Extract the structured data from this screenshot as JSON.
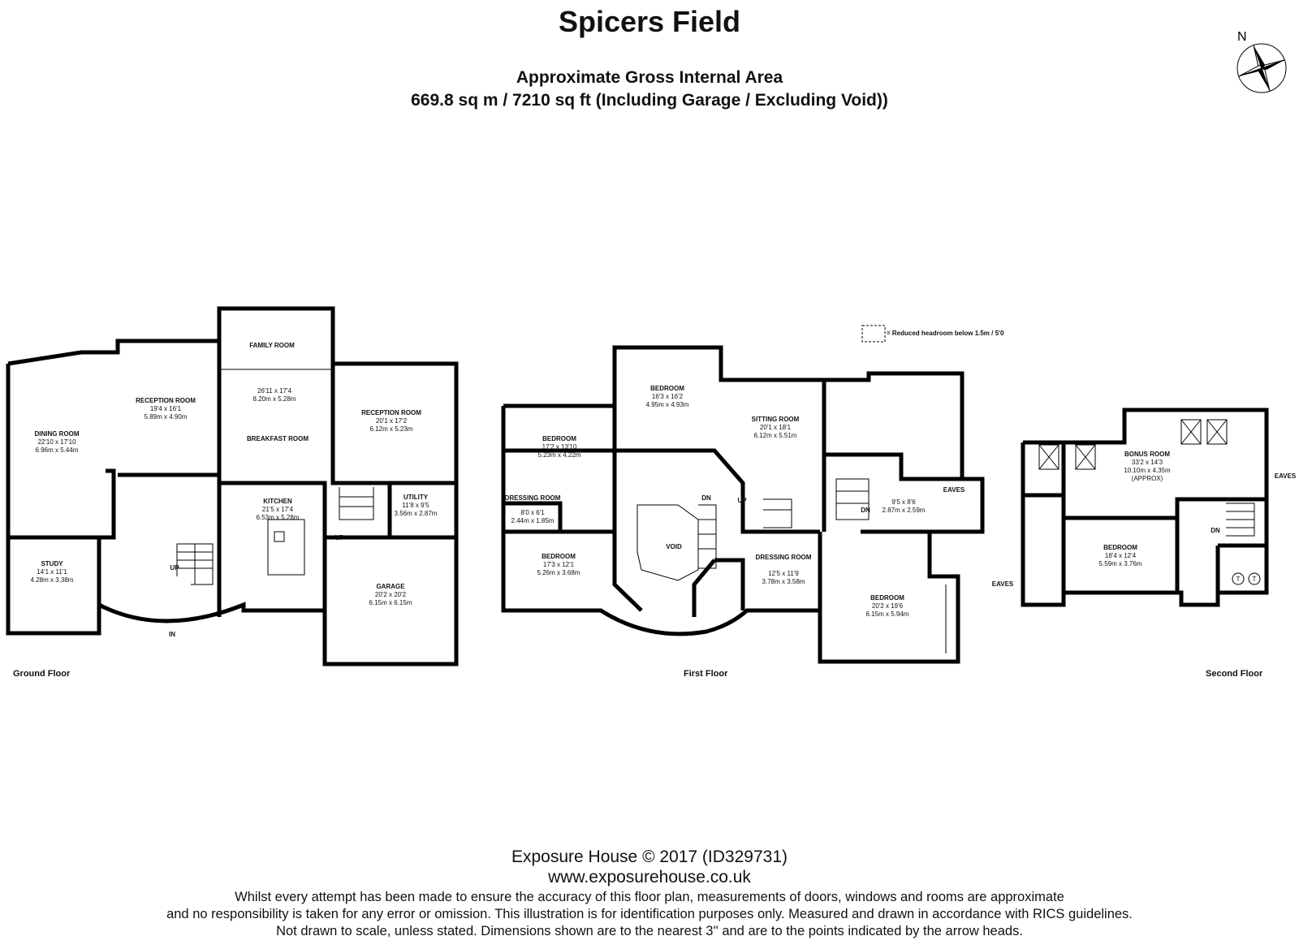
{
  "header": {
    "title": "Spicers Field",
    "area_heading": "Approximate Gross Internal Area",
    "area_value": "669.8 sq m / 7210 sq ft (Including Garage / Excluding Void))"
  },
  "compass": {
    "label": "N"
  },
  "legend": {
    "headroom_note": "= Reduced headroom below 1.5m / 5'0"
  },
  "floors": [
    {
      "name": "Ground Floor",
      "rooms": [
        {
          "name": "DINING ROOM",
          "imperial": "22'10 x 17'10",
          "metric": "6.96m x 5.44m"
        },
        {
          "name": "RECEPTION ROOM",
          "imperial": "19'4 x 16'1",
          "metric": "5.89m x 4.90m"
        },
        {
          "name": "FAMILY ROOM",
          "imperial": "",
          "metric": ""
        },
        {
          "name": "BREAKFAST ROOM",
          "imperial": "26'11 x 17'4",
          "metric": "8.20m x 5.28m"
        },
        {
          "name": "RECEPTION ROOM",
          "imperial": "20'1 x 17'2",
          "metric": "6.12m x 5.23m"
        },
        {
          "name": "KITCHEN",
          "imperial": "21'5 x 17'4",
          "metric": "6.53m x 5.28m"
        },
        {
          "name": "UTILITY",
          "imperial": "11'8 x 9'5",
          "metric": "3.56m x 2.87m"
        },
        {
          "name": "STUDY",
          "imperial": "14'1 x 11'1",
          "metric": "4.28m x 3.38m"
        },
        {
          "name": "GARAGE",
          "imperial": "20'2 x 20'2",
          "metric": "6.15m x 6.15m"
        }
      ],
      "markers": [
        "UP",
        "UP",
        "IN"
      ]
    },
    {
      "name": "First Floor",
      "rooms": [
        {
          "name": "BEDROOM",
          "imperial": "16'3 x 16'2",
          "metric": "4.95m x 4.93m"
        },
        {
          "name": "SITTING ROOM",
          "imperial": "20'1 x 18'1",
          "metric": "6.12m x 5.51m"
        },
        {
          "name": "BEDROOM",
          "imperial": "17'2 x 13'10",
          "metric": "5.23m x 4.22m"
        },
        {
          "name": "DRESSING ROOM",
          "imperial": "8'0 x 6'1",
          "metric": "2.44m x 1.85m"
        },
        {
          "name": "BEDROOM",
          "imperial": "17'3 x 12'1",
          "metric": "5.26m x 3.68m"
        },
        {
          "name": "VOID",
          "imperial": "",
          "metric": ""
        },
        {
          "name": "DRESSING ROOM",
          "imperial": "12'5 x 11'9",
          "metric": "3.78m x 3.58m"
        },
        {
          "name": "",
          "imperial": "9'5 x 8'6",
          "metric": "2.87m x 2.59m"
        },
        {
          "name": "BEDROOM",
          "imperial": "20'2 x 19'6",
          "metric": "6.15m x 5.94m"
        }
      ],
      "markers": [
        "DN",
        "UP",
        "DN",
        "EAVES"
      ]
    },
    {
      "name": "Second Floor",
      "rooms": [
        {
          "name": "BONUS ROOM",
          "imperial": "33'2 x 14'3",
          "metric": "10.10m x 4.35m",
          "note": "(APPROX)"
        },
        {
          "name": "BEDROOM",
          "imperial": "18'4 x 12'4",
          "metric": "5.59m x 3.76m"
        }
      ],
      "markers": [
        "EAVES",
        "EAVES",
        "DN",
        "T",
        "T"
      ]
    }
  ],
  "footer": {
    "copyright": "Exposure House © 2017 (ID329731)",
    "website": "www.exposurehouse.co.uk",
    "disclaimer_1": "Whilst every attempt has been made to ensure the accuracy of this floor plan, measurements of doors, windows and rooms are approximate",
    "disclaimer_2": "and no responsibility is taken for any error or omission. This illustration is for identification purposes only. Measured and drawn in accordance with RICS guidelines.",
    "disclaimer_3": "Not drawn to scale, unless stated. Dimensions shown are to the nearest 3'' and are to the points indicated by the arrow heads."
  }
}
